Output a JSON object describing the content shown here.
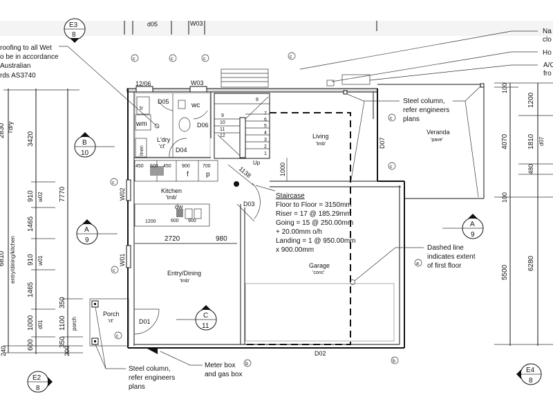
{
  "top_faded": {
    "d05": "d05",
    "w03": "W03"
  },
  "notes": {
    "waterproofing": [
      "roofing to all Wet",
      "o be in accordance",
      "Australian",
      "rds AS3740"
    ],
    "staircase_title": "Staircase",
    "staircase_lines": [
      "Floor to Floor = 3150mm",
      "Riser = 17 @ 185.29mm",
      "Going = 15 @ 250.00mm",
      "+ 20.00mm o/h",
      "Landing = 1 @ 950.00mm",
      "x 900.00mm"
    ],
    "steel_column_top": [
      "Steel column,",
      "refer engineers",
      "plans"
    ],
    "steel_column_bottom": [
      "Steel column,",
      "refer engineers",
      "plans"
    ],
    "meter_box": [
      "Meter box",
      "and gas box"
    ],
    "dashed_line": [
      "Dashed line",
      "indicates extent",
      "of first floor"
    ],
    "right_callouts": [
      [
        "Na",
        "clo"
      ],
      [
        "Ho"
      ],
      [
        "A/C",
        "fro"
      ]
    ]
  },
  "rooms": {
    "living": [
      "Living",
      "'tmb'"
    ],
    "veranda": [
      "Veranda",
      "'pave'"
    ],
    "kitchen": [
      "Kitchen",
      "'tmb'"
    ],
    "entry_dining": [
      "Entry/Dining",
      "'tmb'"
    ],
    "garage": [
      "Garage",
      "'conc'"
    ],
    "porch": [
      "Porch",
      "'ct'"
    ],
    "laundry": [
      "L'dry",
      "'ct'"
    ],
    "wc": "wc",
    "wm": "wm",
    "tr": "tr",
    "linen": "linen",
    "dw": "dw",
    "f": "f",
    "p": "p",
    "up": "Up"
  },
  "doors": {
    "d01": "D01",
    "d02": "D02",
    "d03": "D03",
    "d04": "D04",
    "d05": "D05",
    "d06": "D06",
    "d07": "D07",
    "w01": "W01",
    "w02": "W02",
    "w03": "W03",
    "w06": "12/06"
  },
  "stair_numbers": [
    "1",
    "2",
    "3",
    "4",
    "5",
    "6",
    "7",
    "8",
    "9",
    "10",
    "11",
    "12"
  ],
  "bench_dims": {
    "a": "450",
    "b": "600",
    "c": "450",
    "d": "900",
    "e": "700",
    "f": "1200",
    "g": "600",
    "h": "900"
  },
  "interior_dims": {
    "d2720": "2720",
    "d980": "980",
    "d1138": "1138",
    "d1000": "1000"
  },
  "left_dims": {
    "d2830": "2830",
    "ldry": "l'dry",
    "d6810": "6810",
    "edk": "entry/dining/kitchen",
    "d240": "240",
    "d3420": "3420",
    "d910a": "910",
    "w02": "w02",
    "d1465a": "1465",
    "d910b": "910",
    "w01": "w01",
    "d1465b": "1465",
    "d1000": "1000",
    "d01": "d01",
    "d600": "600",
    "d7770": "7770",
    "d350a": "350",
    "d1100": "1100",
    "porch": "porch",
    "d350b": "350",
    "d200": "200"
  },
  "right_dims": {
    "d100a": "100",
    "d1200": "1200",
    "d4070": "4070",
    "d1810": "1810",
    "d07": "d07",
    "d480": "480",
    "d100b": "100",
    "d5500": "5500",
    "d6280": "6280"
  },
  "section_markers": {
    "e3": [
      "E3",
      "8"
    ],
    "b": [
      "B",
      "10"
    ],
    "a_left": [
      "A",
      "9"
    ],
    "a_right": [
      "A",
      "9"
    ],
    "c": [
      "C",
      "11"
    ],
    "e2": [
      "E2",
      "8"
    ],
    "e4": [
      "E4",
      "8"
    ]
  },
  "grid_tag": "c",
  "grid_tag_b": "b",
  "grid_tag_a": "a"
}
